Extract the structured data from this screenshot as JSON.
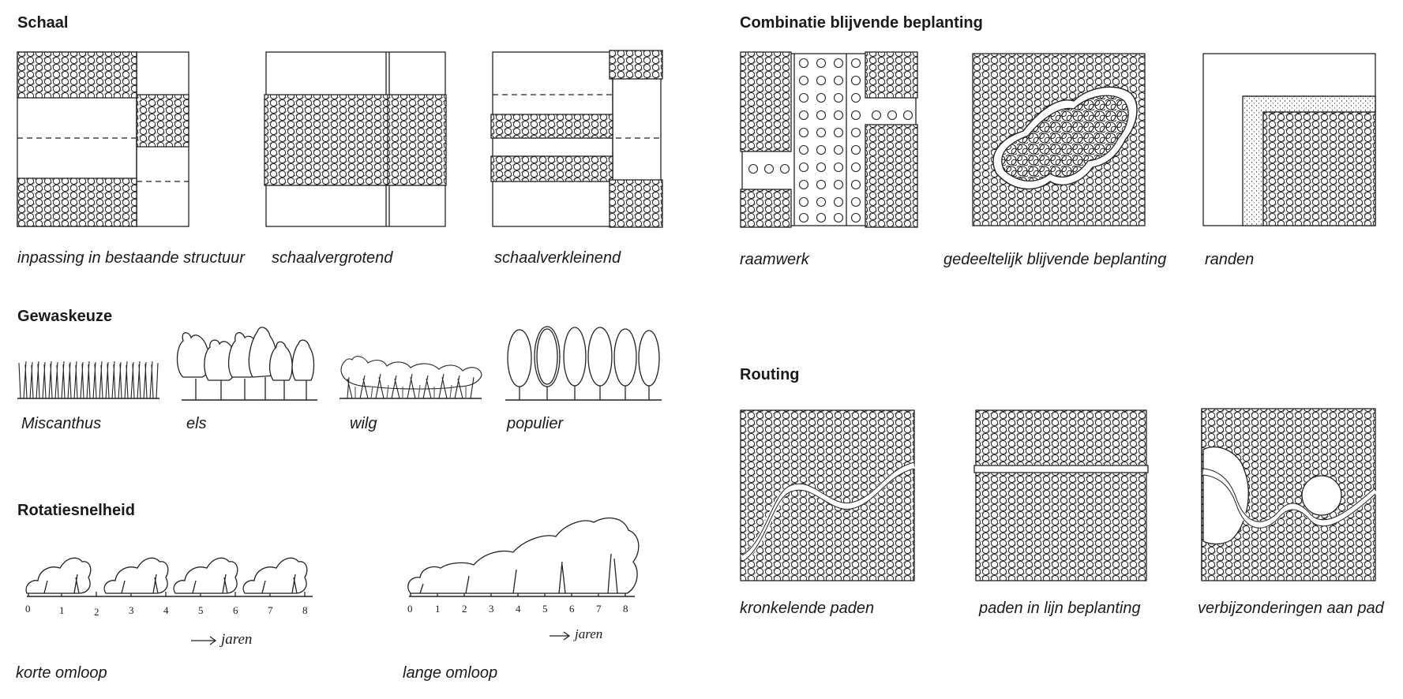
{
  "sections": {
    "schaal": {
      "heading": "Schaal",
      "captions": [
        "inpassing in bestaande structuur",
        "schaalvergrotend",
        "schaalverkleinend"
      ]
    },
    "gewaskeuze": {
      "heading": "Gewaskeuze",
      "captions": [
        "Miscanthus",
        "els",
        "wilg",
        "populier"
      ]
    },
    "rotatiesnelheid": {
      "heading": "Rotatiesnelheid",
      "short_ticks": [
        "0",
        "1",
        "2",
        "3",
        "4",
        "5",
        "6",
        "7",
        "8"
      ],
      "long_ticks": [
        "0",
        "1",
        "2",
        "3",
        "4",
        "5",
        "6",
        "7",
        "8"
      ],
      "axis_label": "jaren",
      "captions": [
        "korte omloop",
        "lange omloop"
      ]
    },
    "combinatie": {
      "heading": "Combinatie blijvende beplanting",
      "captions": [
        "raamwerk",
        "gedeeltelijk blijvende beplanting",
        "randen"
      ]
    },
    "routing": {
      "heading": "Routing",
      "captions": [
        "kronkelende paden",
        "paden in lijn beplanting",
        "verbijzonderingen aan pad"
      ]
    }
  }
}
